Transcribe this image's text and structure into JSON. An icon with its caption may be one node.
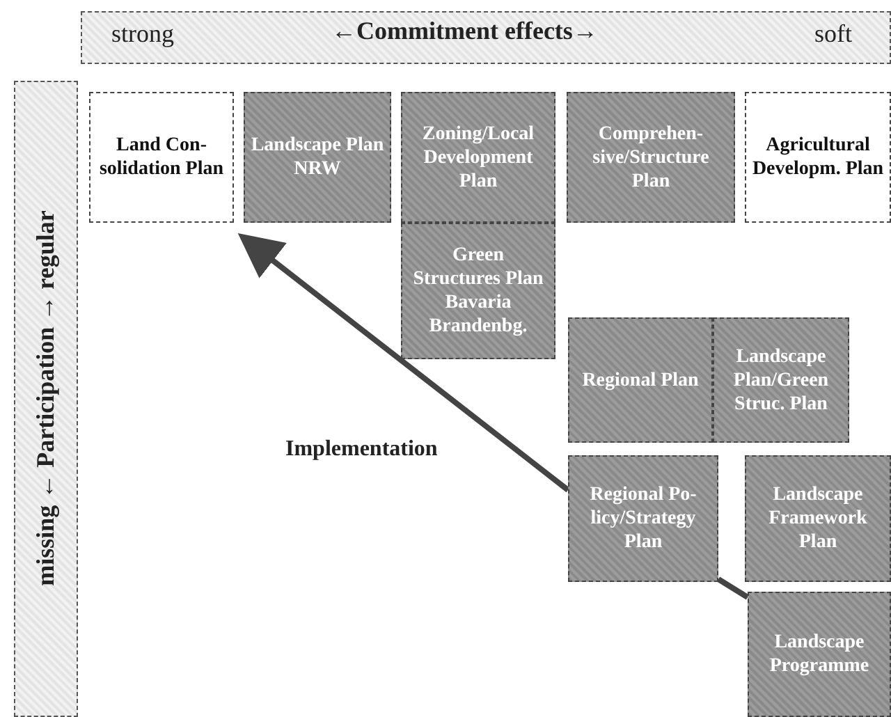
{
  "diagram": {
    "nodes": [
      {
        "text": [
          "Land Con- solidation Plan"
        ]
      },
      {
        "text": [
          "Landscape Plan NRW"
        ]
      },
      {
        "text": [
          "Zoning/Local Development Plan"
        ]
      },
      {
        "text": [
          "Comprehen- sive/Structure Plan"
        ]
      },
      {
        "text": [
          "Agricultural Developm. Plan"
        ]
      },
      {
        "text": [
          "Green Structures Plan Bavaria Brandenbg."
        ]
      },
      {
        "text": [
          "Regional Plan"
        ]
      },
      {
        "text": [
          "Landscape Plan/Green Struc. Plan"
        ]
      },
      {
        "text": [
          "Regional Po- licy/Strategy Plan"
        ]
      },
      {
        "text": [
          "Landscape Framework Plan"
        ]
      },
      {
        "text": [
          "Landscape Programme"
        ]
      }
    ],
    "edges": [
      {
        "from": 10,
        "to": 8,
        "arrow": "none"
      },
      {
        "from": 8,
        "to": 0,
        "arrow": "to",
        "label": "Implementation"
      }
    ],
    "labels": [
      "strong",
      "←Commitment effects→",
      "soft",
      "missing ← Participation → regular"
    ]
  }
}
